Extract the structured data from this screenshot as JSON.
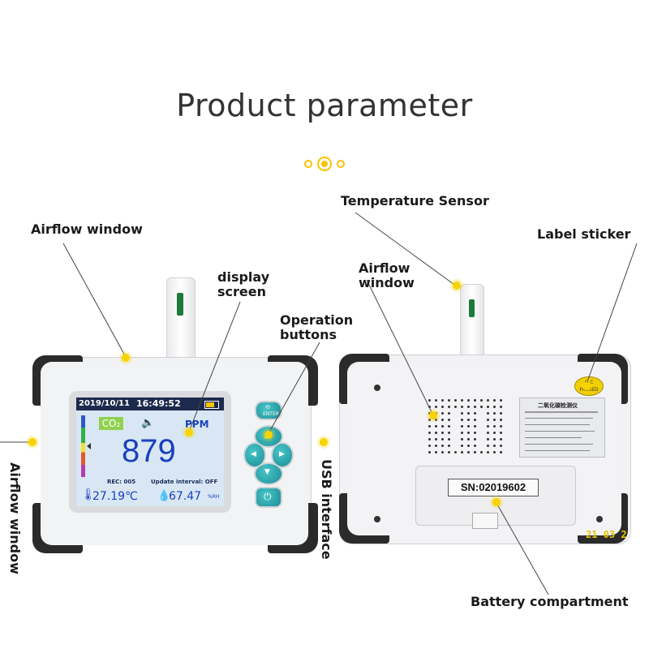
{
  "title": "Product parameter",
  "labels": {
    "airflow_top_left": "Airflow window",
    "display_screen_1": "display",
    "display_screen_2": "screen",
    "operation_buttons_1": "Operation",
    "operation_buttons_2": "buttons",
    "temperature_sensor": "Temperature Sensor",
    "airflow_back_1": "Airflow",
    "airflow_back_2": "window",
    "label_sticker": "Label sticker",
    "airflow_vertical": "Airflow window",
    "usb_interface": "USB interface",
    "battery_compartment": "Battery compartment"
  },
  "screen": {
    "date": "2019/10/11",
    "time": "16:49:52",
    "gas": "CO₂",
    "unit": "PPM",
    "value": "879",
    "rec": "REC: 005",
    "update": "Update interval: OFF",
    "temperature": "27.19℃",
    "humidity": "67.47",
    "humidity_unit": "%RH"
  },
  "buttons": {
    "enter": "ENTER"
  },
  "back": {
    "serial": "SN:02019602",
    "sticker_title": "二氧化碳检测仪",
    "qc_1": "Q.C",
    "qc_2": "PASSED",
    "date_stamp": "21 03 2"
  },
  "colors": {
    "accent_dot": "#f7d400",
    "button_teal": "#1b8e96",
    "screen_bar": "#1e2a4d",
    "value_color": "#1a3fbf"
  }
}
